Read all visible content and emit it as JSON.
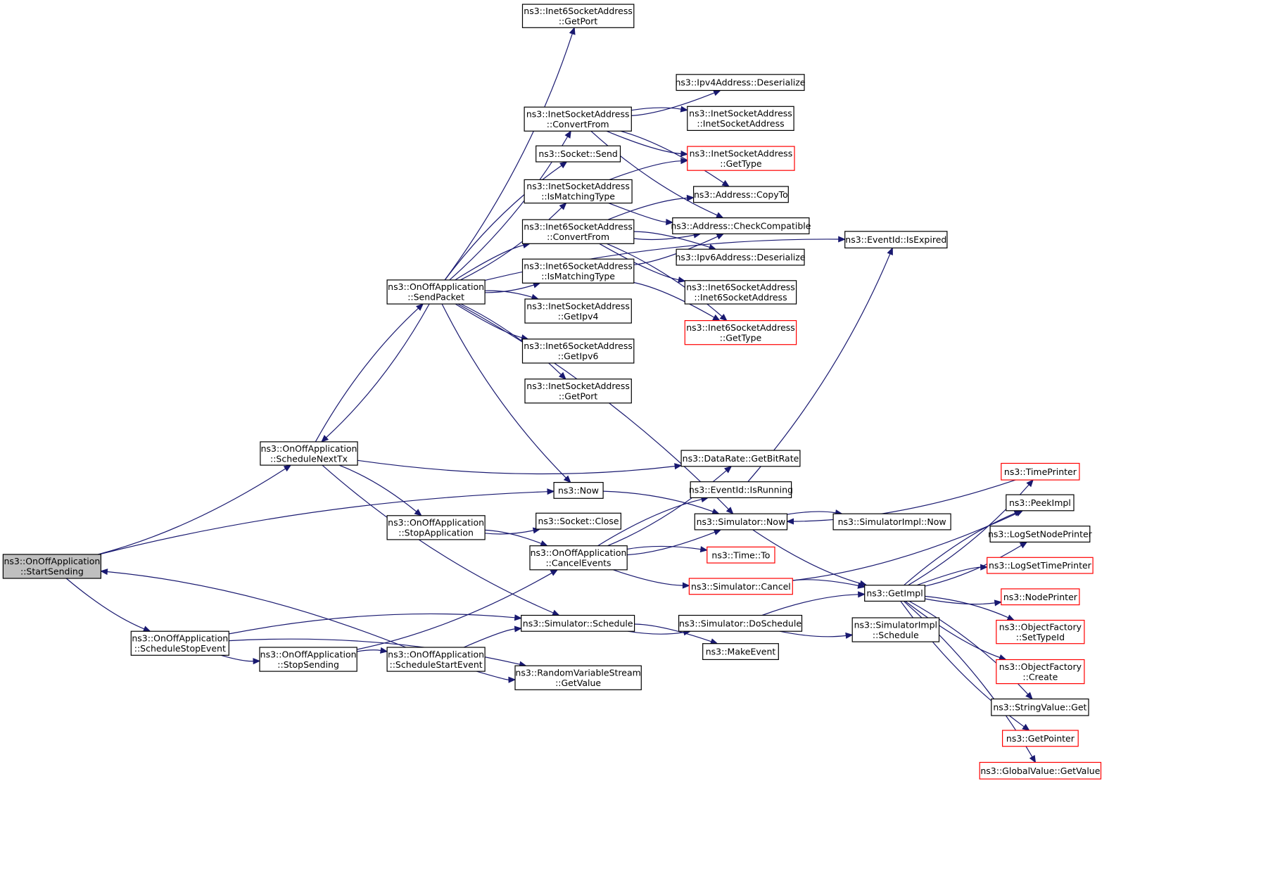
{
  "edge_color": "#191970",
  "hl_color": "#ff0000",
  "root_fill": "#bfbfbf",
  "nodes": [
    {
      "id": "startSending",
      "lines": [
        "ns3::OnOffApplication",
        "::StartSending"
      ],
      "style": "root"
    },
    {
      "id": "scheduleNextTx",
      "lines": [
        "ns3::OnOffApplication",
        "::ScheduleNextTx"
      ],
      "style": "normal"
    },
    {
      "id": "scheduleStopEvent",
      "lines": [
        "ns3::OnOffApplication",
        "::ScheduleStopEvent"
      ],
      "style": "normal"
    },
    {
      "id": "stopSending",
      "lines": [
        "ns3::OnOffApplication",
        "::StopSending"
      ],
      "style": "normal"
    },
    {
      "id": "scheduleStartEvent",
      "lines": [
        "ns3::OnOffApplication",
        "::ScheduleStartEvent"
      ],
      "style": "normal"
    },
    {
      "id": "sendPacket",
      "lines": [
        "ns3::OnOffApplication",
        "::SendPacket"
      ],
      "style": "normal"
    },
    {
      "id": "stopApplication",
      "lines": [
        "ns3::OnOffApplication",
        "::StopApplication"
      ],
      "style": "normal"
    },
    {
      "id": "cancelEvents",
      "lines": [
        "ns3::OnOffApplication",
        "::CancelEvents"
      ],
      "style": "normal"
    },
    {
      "id": "now",
      "lines": [
        "ns3::Now"
      ],
      "style": "normal"
    },
    {
      "id": "simSchedule",
      "lines": [
        "ns3::Simulator::Schedule"
      ],
      "style": "normal"
    },
    {
      "id": "rvsGetValue",
      "lines": [
        "ns3::RandomVariableStream",
        "::GetValue"
      ],
      "style": "normal"
    },
    {
      "id": "i6GetPort",
      "lines": [
        "ns3::Inet6SocketAddress",
        "::GetPort"
      ],
      "style": "normal"
    },
    {
      "id": "iConvertFrom",
      "lines": [
        "ns3::InetSocketAddress",
        "::ConvertFrom"
      ],
      "style": "normal"
    },
    {
      "id": "socketSend",
      "lines": [
        "ns3::Socket::Send"
      ],
      "style": "normal"
    },
    {
      "id": "iIsMatchingType",
      "lines": [
        "ns3::InetSocketAddress",
        "::IsMatchingType"
      ],
      "style": "normal"
    },
    {
      "id": "i6ConvertFrom",
      "lines": [
        "ns3::Inet6SocketAddress",
        "::ConvertFrom"
      ],
      "style": "normal"
    },
    {
      "id": "i6IsMatchingType",
      "lines": [
        "ns3::Inet6SocketAddress",
        "::IsMatchingType"
      ],
      "style": "normal"
    },
    {
      "id": "iGetIpv4",
      "lines": [
        "ns3::InetSocketAddress",
        "::GetIpv4"
      ],
      "style": "normal"
    },
    {
      "id": "i6GetIpv6",
      "lines": [
        "ns3::Inet6SocketAddress",
        "::GetIpv6"
      ],
      "style": "normal"
    },
    {
      "id": "iGetPort",
      "lines": [
        "ns3::InetSocketAddress",
        "::GetPort"
      ],
      "style": "normal"
    },
    {
      "id": "socketClose",
      "lines": [
        "ns3::Socket::Close"
      ],
      "style": "normal"
    },
    {
      "id": "ipv4Deserialize",
      "lines": [
        "ns3::Ipv4Address::Deserialize"
      ],
      "style": "normal"
    },
    {
      "id": "iInetSocketAddress",
      "lines": [
        "ns3::InetSocketAddress",
        "::InetSocketAddress"
      ],
      "style": "normal"
    },
    {
      "id": "iGetType",
      "lines": [
        "ns3::InetSocketAddress",
        "::GetType"
      ],
      "style": "red"
    },
    {
      "id": "addrCopyTo",
      "lines": [
        "ns3::Address::CopyTo"
      ],
      "style": "normal"
    },
    {
      "id": "addrCheckCompatible",
      "lines": [
        "ns3::Address::CheckCompatible"
      ],
      "style": "normal"
    },
    {
      "id": "ipv6Deserialize",
      "lines": [
        "ns3::Ipv6Address::Deserialize"
      ],
      "style": "normal"
    },
    {
      "id": "i6Inet6SocketAddress",
      "lines": [
        "ns3::Inet6SocketAddress",
        "::Inet6SocketAddress"
      ],
      "style": "normal"
    },
    {
      "id": "i6GetType",
      "lines": [
        "ns3::Inet6SocketAddress",
        "::GetType"
      ],
      "style": "red"
    },
    {
      "id": "dataRateGetBitRate",
      "lines": [
        "ns3::DataRate::GetBitRate"
      ],
      "style": "normal"
    },
    {
      "id": "eventIdIsRunning",
      "lines": [
        "ns3::EventId::IsRunning"
      ],
      "style": "normal"
    },
    {
      "id": "simNow",
      "lines": [
        "ns3::Simulator::Now"
      ],
      "style": "normal"
    },
    {
      "id": "timeTo",
      "lines": [
        "ns3::Time::To"
      ],
      "style": "red"
    },
    {
      "id": "simCancel",
      "lines": [
        "ns3::Simulator::Cancel"
      ],
      "style": "red"
    },
    {
      "id": "simDoSchedule",
      "lines": [
        "ns3::Simulator::DoSchedule"
      ],
      "style": "normal"
    },
    {
      "id": "makeEvent",
      "lines": [
        "ns3::MakeEvent"
      ],
      "style": "normal"
    },
    {
      "id": "eventIdIsExpired",
      "lines": [
        "ns3::EventId::IsExpired"
      ],
      "style": "normal"
    },
    {
      "id": "simImplNow",
      "lines": [
        "ns3::SimulatorImpl::Now"
      ],
      "style": "normal"
    },
    {
      "id": "getImpl",
      "lines": [
        "ns3::GetImpl"
      ],
      "style": "normal"
    },
    {
      "id": "simImplSchedule",
      "lines": [
        "ns3::SimulatorImpl",
        "::Schedule"
      ],
      "style": "normal"
    },
    {
      "id": "timePrinter",
      "lines": [
        "ns3::TimePrinter"
      ],
      "style": "red"
    },
    {
      "id": "peekImpl",
      "lines": [
        "ns3::PeekImpl"
      ],
      "style": "normal"
    },
    {
      "id": "logSetNodePrinter",
      "lines": [
        "ns3::LogSetNodePrinter"
      ],
      "style": "normal"
    },
    {
      "id": "logSetTimePrinter",
      "lines": [
        "ns3::LogSetTimePrinter"
      ],
      "style": "red"
    },
    {
      "id": "nodePrinter",
      "lines": [
        "ns3::NodePrinter"
      ],
      "style": "red"
    },
    {
      "id": "ofSetTypeId",
      "lines": [
        "ns3::ObjectFactory",
        "::SetTypeId"
      ],
      "style": "red"
    },
    {
      "id": "ofCreate",
      "lines": [
        "ns3::ObjectFactory",
        "::Create"
      ],
      "style": "red"
    },
    {
      "id": "stringValueGet",
      "lines": [
        "ns3::StringValue::Get"
      ],
      "style": "normal"
    },
    {
      "id": "getPointer",
      "lines": [
        "ns3::GetPointer"
      ],
      "style": "red"
    },
    {
      "id": "globalValueGetValue",
      "lines": [
        "ns3::GlobalValue::GetValue"
      ],
      "style": "red"
    }
  ],
  "edges": [
    [
      "startSending",
      "scheduleNextTx"
    ],
    [
      "startSending",
      "now"
    ],
    [
      "startSending",
      "scheduleStopEvent"
    ],
    [
      "scheduleNextTx",
      "sendPacket"
    ],
    [
      "scheduleNextTx",
      "dataRateGetBitRate"
    ],
    [
      "scheduleNextTx",
      "stopApplication"
    ],
    [
      "scheduleNextTx",
      "simSchedule"
    ],
    [
      "scheduleStopEvent",
      "simSchedule"
    ],
    [
      "scheduleStopEvent",
      "stopSending"
    ],
    [
      "scheduleStopEvent",
      "rvsGetValue"
    ],
    [
      "stopSending",
      "cancelEvents"
    ],
    [
      "stopSending",
      "scheduleStartEvent"
    ],
    [
      "scheduleStartEvent",
      "startSending"
    ],
    [
      "scheduleStartEvent",
      "simSchedule"
    ],
    [
      "scheduleStartEvent",
      "rvsGetValue"
    ],
    [
      "sendPacket",
      "scheduleNextTx"
    ],
    [
      "sendPacket",
      "i6GetPort"
    ],
    [
      "sendPacket",
      "eventIdIsExpired"
    ],
    [
      "sendPacket",
      "iConvertFrom"
    ],
    [
      "sendPacket",
      "socketSend"
    ],
    [
      "sendPacket",
      "iIsMatchingType"
    ],
    [
      "sendPacket",
      "i6ConvertFrom"
    ],
    [
      "sendPacket",
      "i6IsMatchingType"
    ],
    [
      "sendPacket",
      "iGetIpv4"
    ],
    [
      "sendPacket",
      "i6GetIpv6"
    ],
    [
      "sendPacket",
      "iGetPort"
    ],
    [
      "sendPacket",
      "now"
    ],
    [
      "sendPacket",
      "simNow"
    ],
    [
      "stopApplication",
      "socketClose"
    ],
    [
      "stopApplication",
      "cancelEvents"
    ],
    [
      "cancelEvents",
      "dataRateGetBitRate"
    ],
    [
      "cancelEvents",
      "eventIdIsRunning"
    ],
    [
      "cancelEvents",
      "simNow"
    ],
    [
      "cancelEvents",
      "timeTo"
    ],
    [
      "cancelEvents",
      "simCancel"
    ],
    [
      "now",
      "simNow"
    ],
    [
      "simSchedule",
      "simDoSchedule"
    ],
    [
      "simSchedule",
      "makeEvent"
    ],
    [
      "iConvertFrom",
      "ipv4Deserialize"
    ],
    [
      "iConvertFrom",
      "iInetSocketAddress"
    ],
    [
      "iConvertFrom",
      "iGetType"
    ],
    [
      "iConvertFrom",
      "addrCopyTo"
    ],
    [
      "iConvertFrom",
      "addrCheckCompatible"
    ],
    [
      "iIsMatchingType",
      "iGetType"
    ],
    [
      "iIsMatchingType",
      "addrCheckCompatible"
    ],
    [
      "i6ConvertFrom",
      "addrCopyTo"
    ],
    [
      "i6ConvertFrom",
      "addrCheckCompatible"
    ],
    [
      "i6ConvertFrom",
      "ipv6Deserialize"
    ],
    [
      "i6ConvertFrom",
      "i6Inet6SocketAddress"
    ],
    [
      "i6ConvertFrom",
      "i6GetType"
    ],
    [
      "i6IsMatchingType",
      "addrCheckCompatible"
    ],
    [
      "i6IsMatchingType",
      "i6GetType"
    ],
    [
      "eventIdIsRunning",
      "eventIdIsExpired"
    ],
    [
      "simNow",
      "simImplNow"
    ],
    [
      "simNow",
      "getImpl"
    ],
    [
      "simCancel",
      "getImpl"
    ],
    [
      "simCancel",
      "peekImpl"
    ],
    [
      "simDoSchedule",
      "getImpl"
    ],
    [
      "simDoSchedule",
      "simImplSchedule"
    ],
    [
      "timePrinter",
      "simNow"
    ],
    [
      "getImpl",
      "timePrinter"
    ],
    [
      "getImpl",
      "peekImpl"
    ],
    [
      "getImpl",
      "logSetNodePrinter"
    ],
    [
      "getImpl",
      "logSetTimePrinter"
    ],
    [
      "getImpl",
      "nodePrinter"
    ],
    [
      "getImpl",
      "ofSetTypeId"
    ],
    [
      "getImpl",
      "ofCreate"
    ],
    [
      "getImpl",
      "stringValueGet"
    ],
    [
      "getImpl",
      "getPointer"
    ],
    [
      "getImpl",
      "globalValueGetValue"
    ]
  ]
}
